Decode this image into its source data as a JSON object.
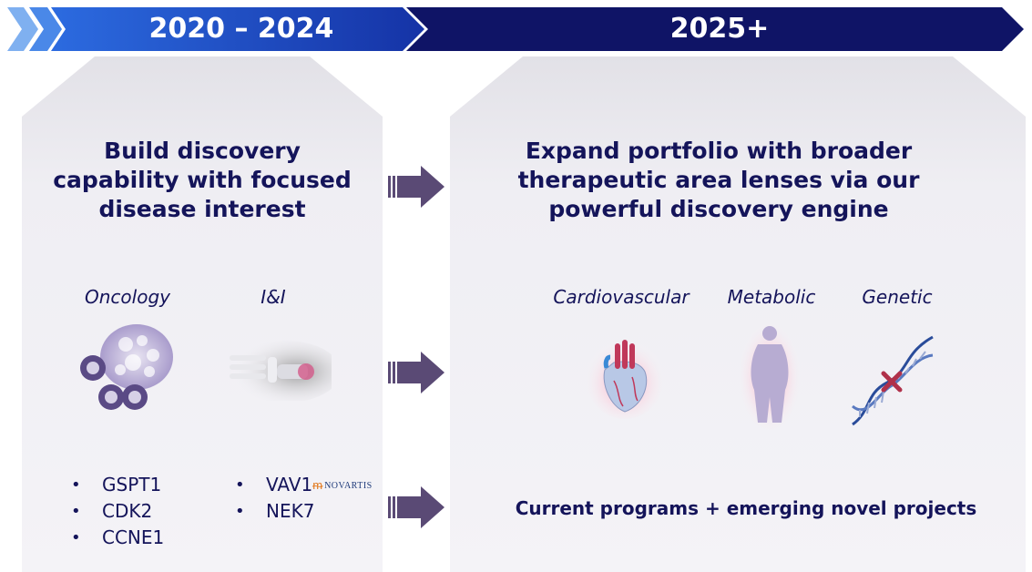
{
  "header": {
    "left_period": "2020 – 2024",
    "right_period": "2025+"
  },
  "left_panel": {
    "title_lines": [
      "Build discovery",
      "capability with focused",
      "disease interest"
    ],
    "areas": [
      "Oncology",
      "I&I"
    ],
    "oncology_targets": [
      "GSPT1",
      "CDK2",
      "CCNE1"
    ],
    "ii_targets": [
      "VAV1",
      "NEK7"
    ],
    "partner_logo_text": "NOVARTIS"
  },
  "right_panel": {
    "title_lines": [
      "Expand portfolio with broader",
      "therapeutic area lenses via our",
      "powerful discovery engine"
    ],
    "areas": [
      "Cardiovascular",
      "Metabolic",
      "Genetic"
    ],
    "footer": "Current programs + emerging novel projects"
  },
  "icons": {
    "oncology": "cancer-cells-icon",
    "ii": "hand-xray-icon",
    "cardiovascular": "heart-icon",
    "metabolic": "body-silhouette-icon",
    "genetic": "dna-helix-icon",
    "arrow": "right-arrow-icon"
  },
  "colors": {
    "banner_left": "#1a3fb0",
    "banner_right": "#0f1466",
    "text": "#14145a",
    "arrow": "#5a4a75",
    "panel": "#f1f0f4"
  }
}
